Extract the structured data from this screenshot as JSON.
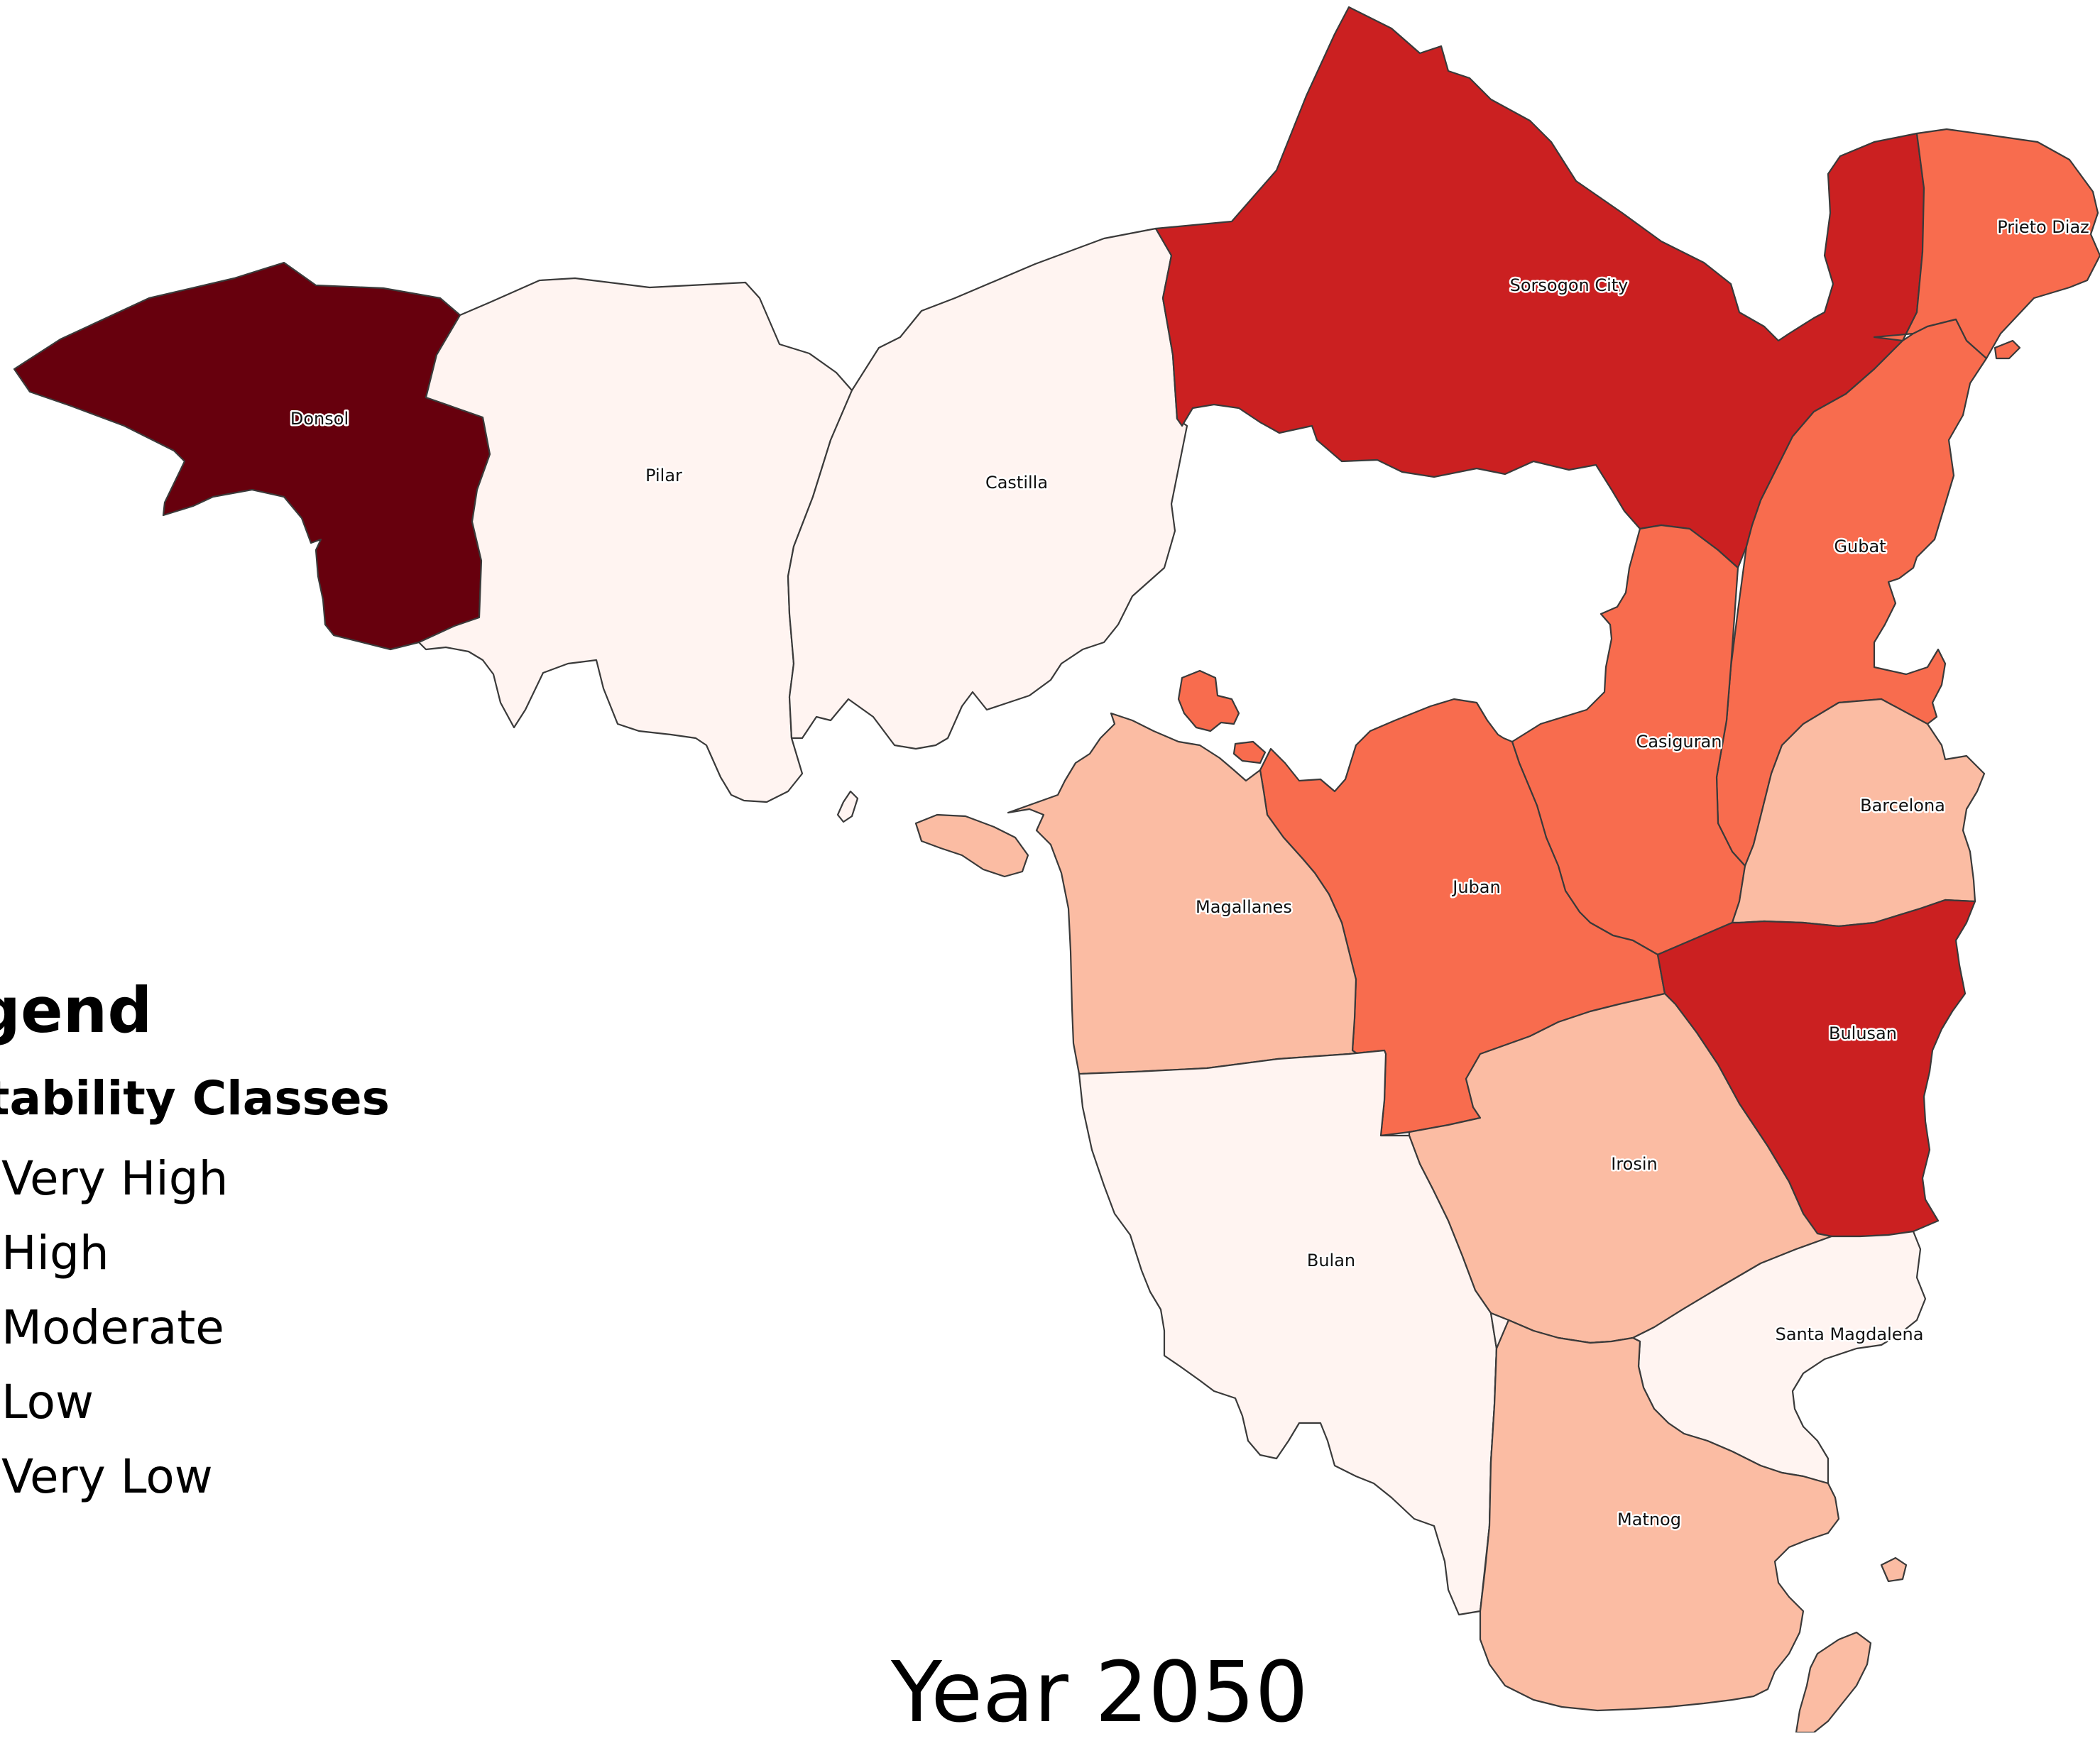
{
  "colors": {
    "very_high": "#67000d",
    "high": "#cb2021",
    "moderate": "#f86c4e",
    "low": "#fbbca3",
    "very_low": "#fff4f1"
  },
  "legend": {
    "title": "gend",
    "subtitle": "tability Classes",
    "items": [
      {
        "label": "Very High",
        "class": "very_high"
      },
      {
        "label": "High",
        "class": "high"
      },
      {
        "label": "Moderate",
        "class": "moderate"
      },
      {
        "label": "Low",
        "class": "low"
      },
      {
        "label": "Very Low",
        "class": "very_low"
      }
    ]
  },
  "caption": "Year 2050",
  "municipalities": [
    {
      "name": "Donsol",
      "class": "very_high"
    },
    {
      "name": "Pilar",
      "class": "very_low"
    },
    {
      "name": "Castilla",
      "class": "very_low"
    },
    {
      "name": "Sorsogon City",
      "class": "high"
    },
    {
      "name": "Prieto Diaz",
      "class": "moderate"
    },
    {
      "name": "Gubat",
      "class": "moderate"
    },
    {
      "name": "Casiguran",
      "class": "moderate"
    },
    {
      "name": "Juban",
      "class": "moderate"
    },
    {
      "name": "Barcelona",
      "class": "low"
    },
    {
      "name": "Magallanes",
      "class": "low"
    },
    {
      "name": "Bulusan",
      "class": "high"
    },
    {
      "name": "Irosin",
      "class": "low"
    },
    {
      "name": "Bulan",
      "class": "very_low"
    },
    {
      "name": "Santa Magdalena",
      "class": "very_low"
    },
    {
      "name": "Matnog",
      "class": "low"
    }
  ]
}
